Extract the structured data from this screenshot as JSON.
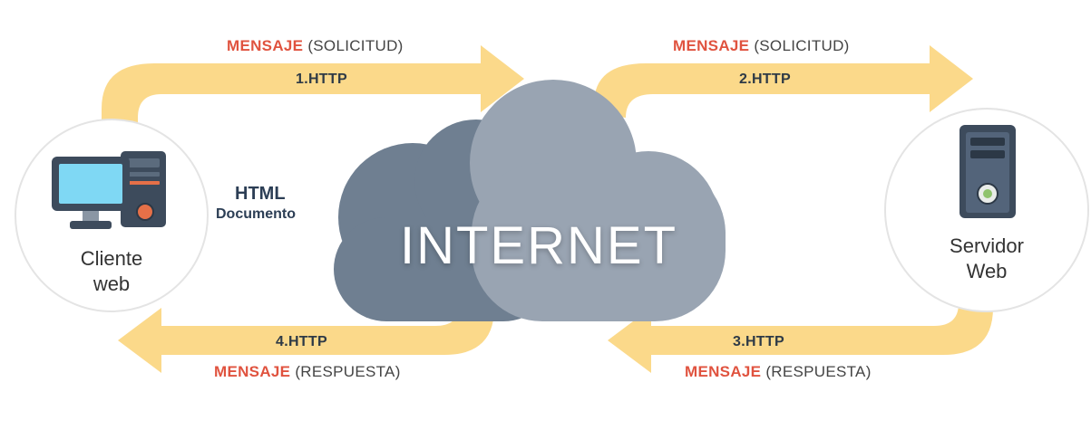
{
  "colors": {
    "arrow": "#fbd98a",
    "cloud_dark": "#6f7f91",
    "cloud_light": "#99a4b2",
    "keyword": "#e0533f",
    "text_dark": "#2c3e55",
    "circle_border": "#e4e4e4"
  },
  "icons": {
    "client": "desktop-computer-icon",
    "server": "server-tower-icon"
  },
  "top_left": {
    "keyword": "MENSAJE",
    "detail": "(SOLICITUD)",
    "step": "1.HTTP"
  },
  "top_right": {
    "keyword": "MENSAJE",
    "detail": "(SOLICITUD)",
    "step": "2.HTTP"
  },
  "bottom_right": {
    "keyword": "MENSAJE",
    "detail": "(RESPUESTA)",
    "step": "3.HTTP"
  },
  "bottom_left": {
    "keyword": "MENSAJE",
    "detail": "(RESPUESTA)",
    "step": "4.HTTP"
  },
  "document": {
    "title": "HTML",
    "subtitle": "Documento"
  },
  "client": {
    "line1": "Cliente",
    "line2": "web"
  },
  "server": {
    "line1": "Servidor",
    "line2": "Web"
  },
  "cloud": {
    "label": "INTERNET"
  }
}
